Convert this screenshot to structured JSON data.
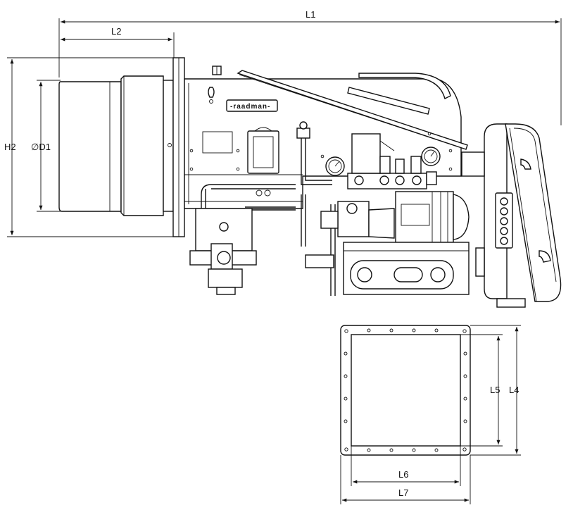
{
  "brand": "-raadman-",
  "dimensions": {
    "L1": "L1",
    "L2": "L2",
    "H2": "H2",
    "D1": "∅D1",
    "L4": "L4",
    "L5": "L5",
    "L6": "L6",
    "L7": "L7"
  }
}
